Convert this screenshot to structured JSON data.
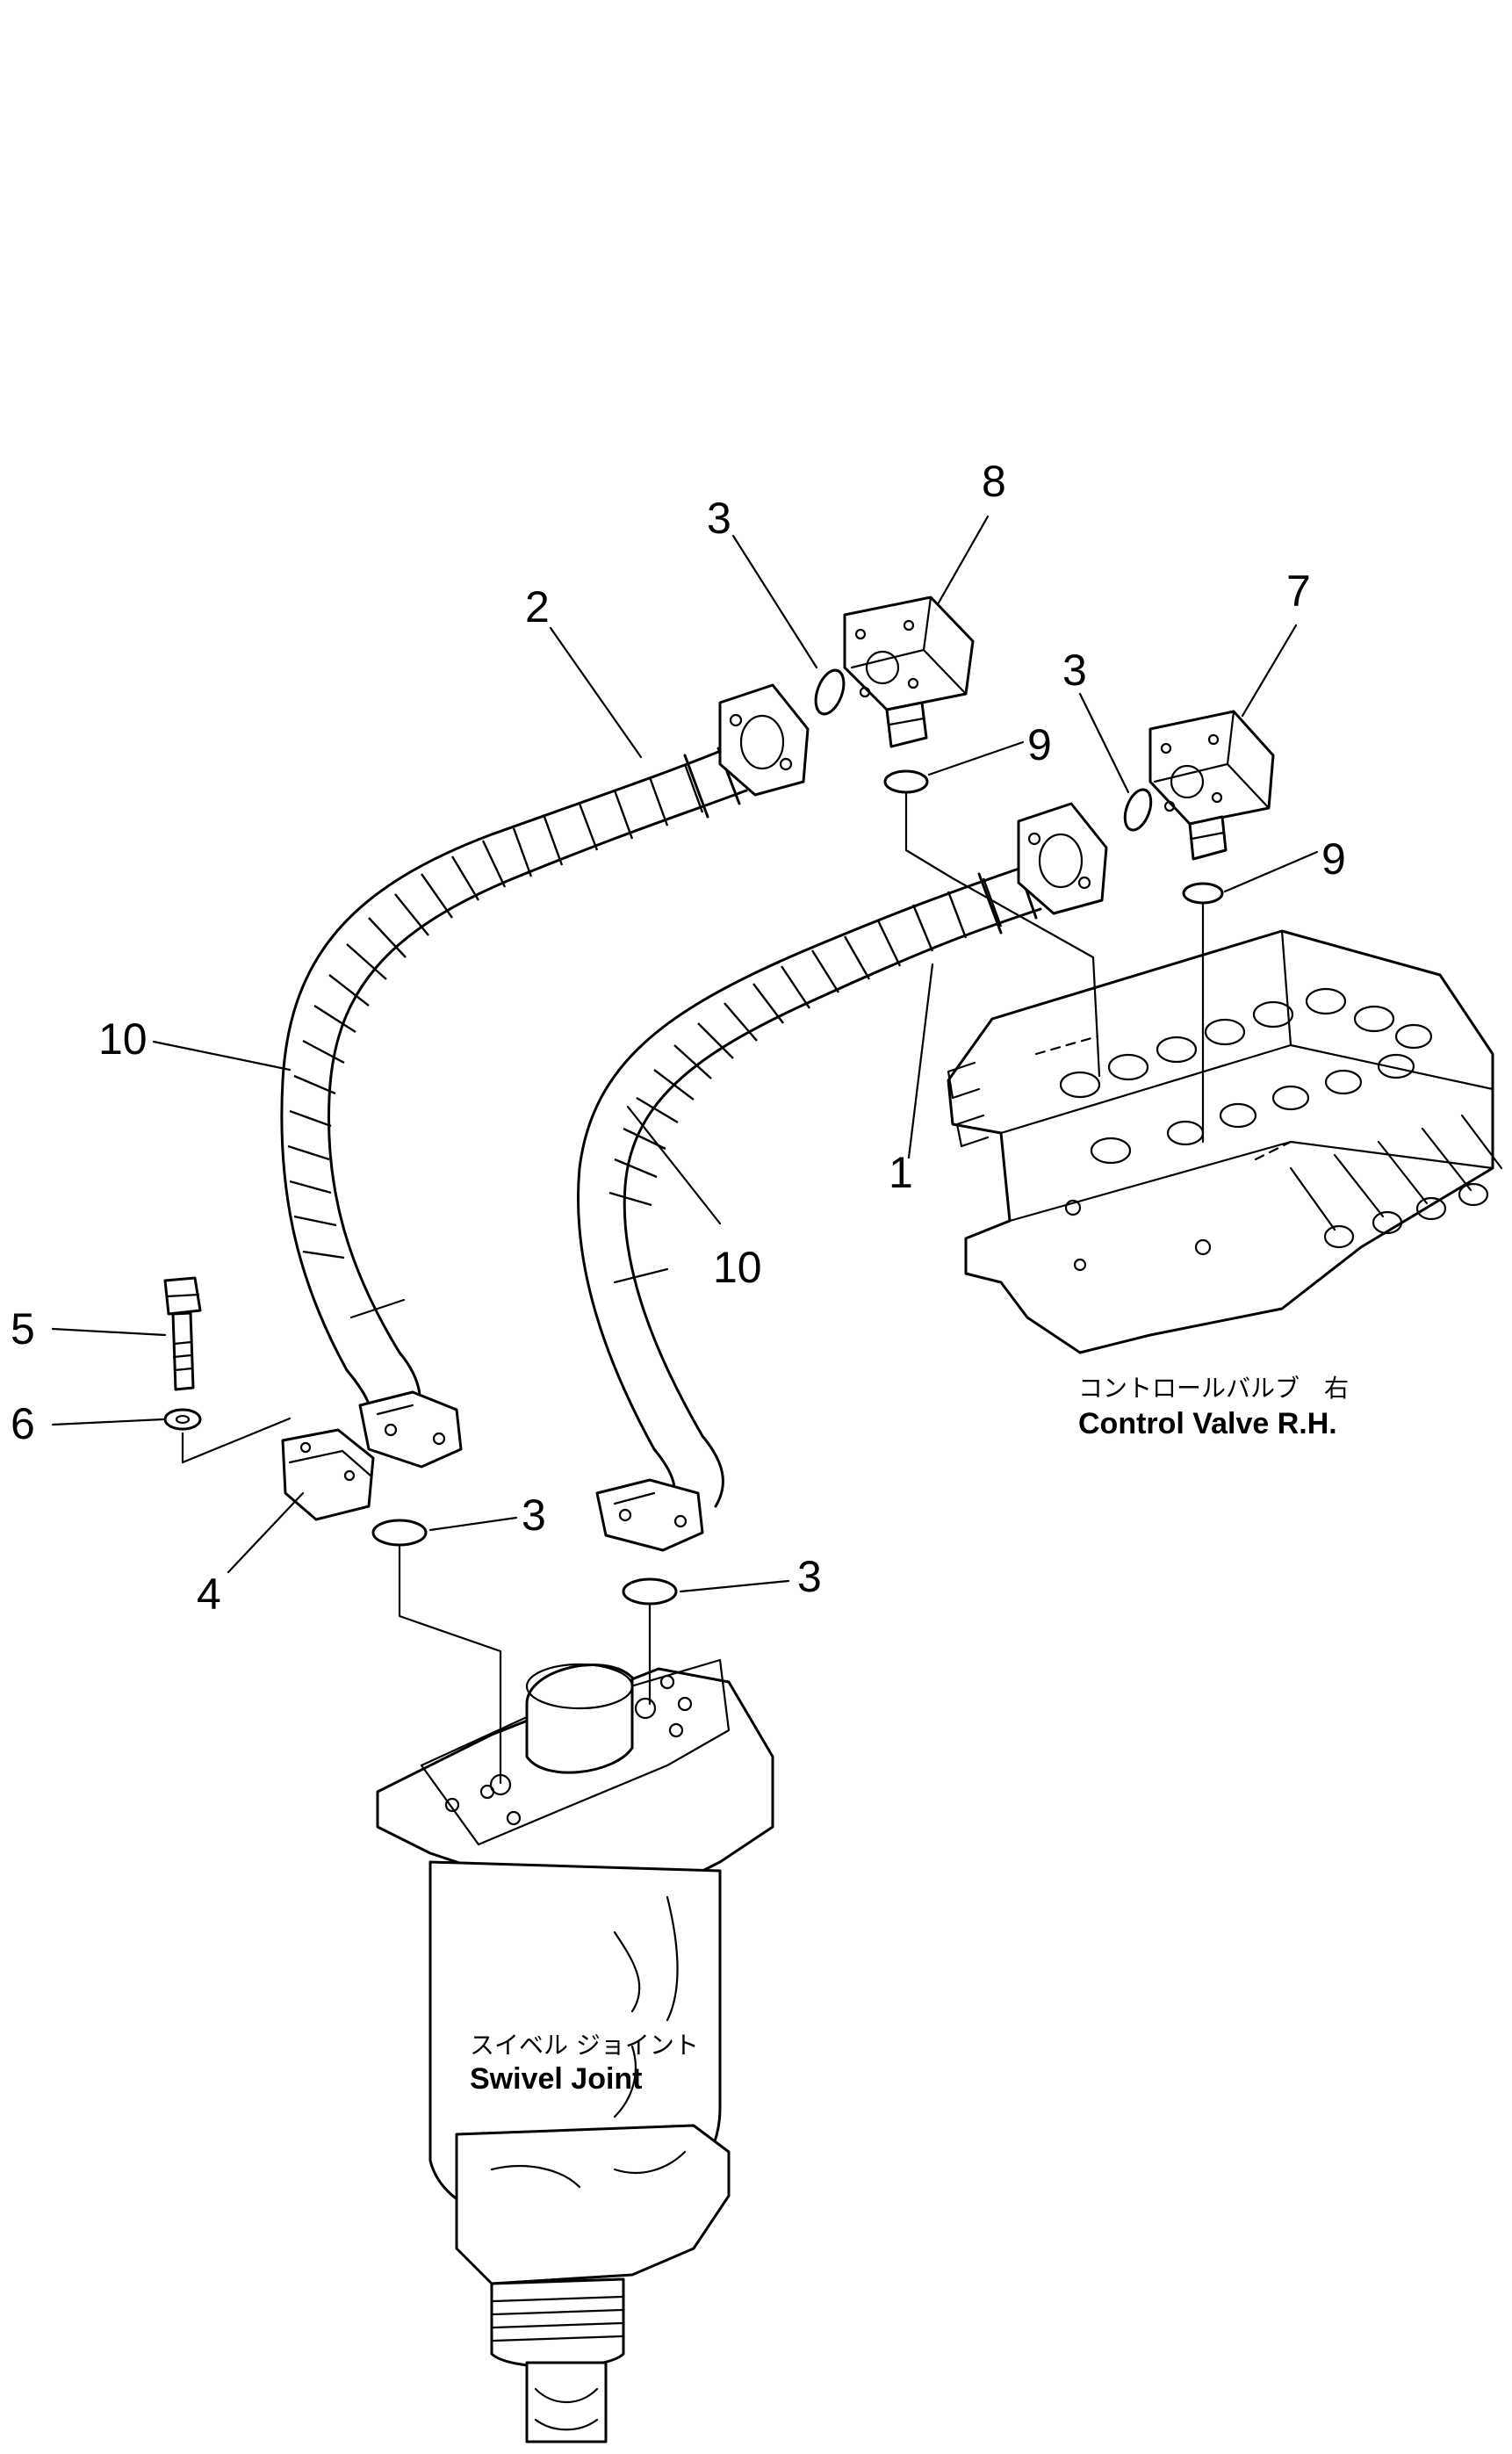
{
  "callouts": {
    "c1": "1",
    "c2": "2",
    "c3a": "3",
    "c3b": "3",
    "c3c": "3",
    "c3d": "3",
    "c4": "4",
    "c5": "5",
    "c6": "6",
    "c7": "7",
    "c8": "8",
    "c9a": "9",
    "c9b": "9",
    "c10a": "10",
    "c10b": "10"
  },
  "labels": {
    "control_valve_jp": "コントロールバルブ　右",
    "control_valve_en": "Control Valve R.H.",
    "swivel_joint_jp": "スイベル ジョイント",
    "swivel_joint_en": "Swivel Joint"
  }
}
